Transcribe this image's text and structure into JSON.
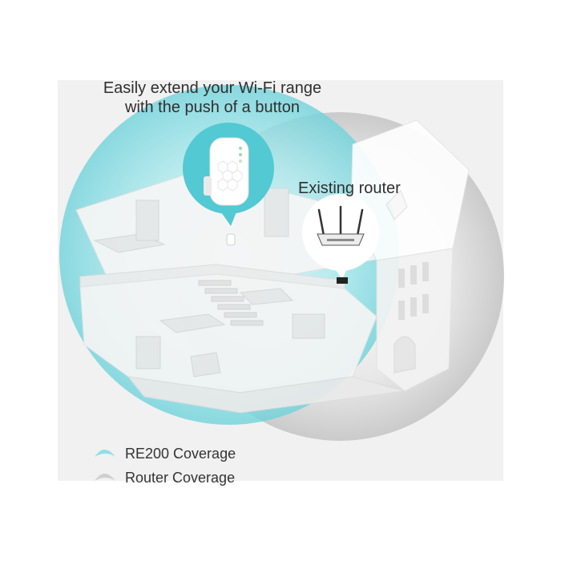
{
  "headline": {
    "line1": "Easily extend your Wi-Fi range",
    "line2": "with the push of a button"
  },
  "router_label": "Existing router",
  "legend": [
    {
      "label": "RE200 Coverage",
      "icon": "wave-teal-icon",
      "color": "#8fe0e6"
    },
    {
      "label": "Router Coverage",
      "icon": "wave-gray-icon",
      "color": "#cfcfcf"
    }
  ],
  "colors": {
    "extender_coverage": "#6fd3db",
    "router_coverage": "#c9c9c9",
    "background": "#f1f1f1",
    "house": "#f4f4f4"
  }
}
